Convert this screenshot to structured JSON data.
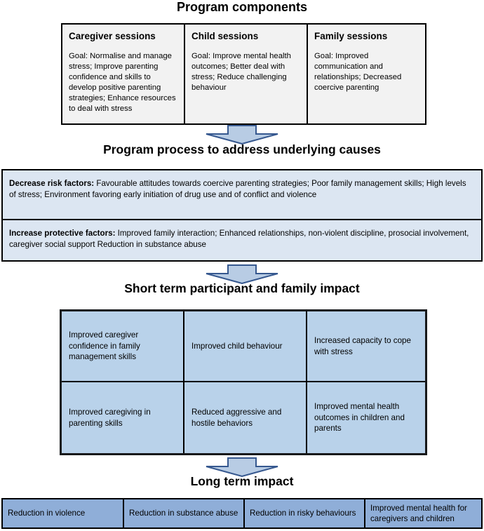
{
  "sections": {
    "program_components": {
      "title": "Program components",
      "columns": [
        {
          "header": "Caregiver sessions",
          "body": "Goal: Normalise and  manage stress; Improve parenting confidence and skills to develop positive parenting strategies; Enhance resources to deal with stress"
        },
        {
          "header": "Child sessions",
          "body": "Goal:  Improve mental health outcomes; Better deal with stress; Reduce challenging behaviour"
        },
        {
          "header": "Family sessions",
          "body": "Goal: Improved communication and relationships; Decreased coercive parenting"
        }
      ]
    },
    "program_process": {
      "title": "Program process to address underlying causes",
      "rows": [
        {
          "label": "Decrease risk factors:",
          "text": " Favourable attitudes towards coercive parenting strategies; Poor family management skills; High levels of stress; Environment favoring early initiation of drug use and of conflict and violence"
        },
        {
          "label": "Increase protective factors:",
          "text": " Improved family interaction; Enhanced relationships, non-violent discipline, prosocial involvement, caregiver social support Reduction in substance abuse"
        }
      ]
    },
    "short_term_impact": {
      "title": "Short term participant and family impact",
      "rows": [
        [
          "Improved caregiver confidence in family management skills",
          "Improved child behaviour",
          "Increased capacity to cope with stress"
        ],
        [
          "Improved caregiving in parenting skills",
          "Reduced aggressive and hostile behaviors",
          "Improved mental  health outcomes in children and parents"
        ]
      ]
    },
    "long_term_impact": {
      "title": "Long term impact",
      "cells": [
        "Reduction in violence",
        "Reduction in substance abuse",
        "Reduction in risky behaviours",
        "Improved mental health for caregivers and children"
      ]
    }
  },
  "arrows": [
    {
      "name": "arrow-program-components-to-process"
    },
    {
      "name": "arrow-process-to-short-term"
    },
    {
      "name": "arrow-short-term-to-long-term"
    }
  ],
  "colors": {
    "program_components_fill": "#f2f2f2",
    "program_process_fill": "#dce6f2",
    "short_term_fill": "#b9d2ea",
    "long_term_fill": "#8faed8",
    "arrow_fill": "#b8cce4",
    "arrow_stroke": "#36588f",
    "border": "#000000",
    "text": "#000000"
  }
}
